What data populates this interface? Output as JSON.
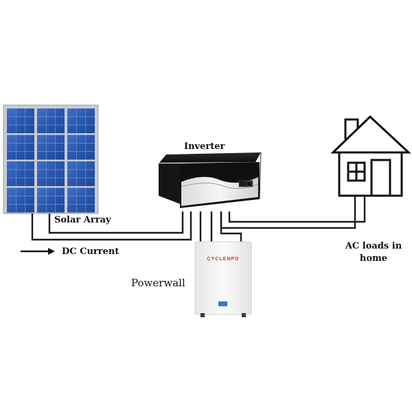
{
  "labels": {
    "solar_array": "Solar Array",
    "inverter": "Inverter",
    "powerwall": "Powerwall",
    "dc_current": "DC Current",
    "ac_loads_line1": "AC loads in",
    "ac_loads_line2": "home",
    "battery_brand": "CYCLENPO"
  },
  "icons": {
    "solar_panel": "solar-panel-icon",
    "inverter": "inverter-icon",
    "battery": "battery-icon",
    "house": "house-icon",
    "arrow": "arrow-right-icon"
  },
  "colors": {
    "panel_cell": "#2f5fb8",
    "panel_frame": "#c7ccd3",
    "inverter_body": "#111111",
    "battery_body": "#f4f4f4",
    "wire": "#1a1a1a",
    "brand_text": "#c2401f"
  }
}
